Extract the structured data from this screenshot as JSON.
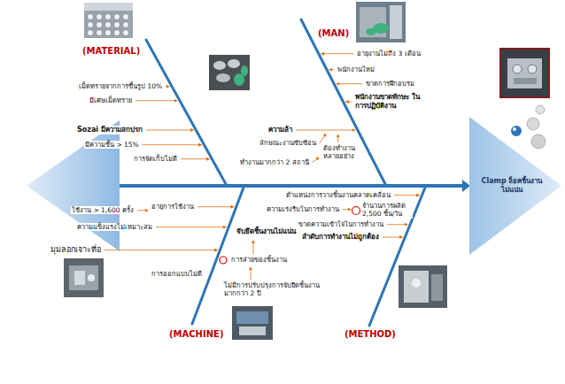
{
  "diagram": {
    "nodes": [
      {
        "text": [
          "Clamp ล็อคชิ้นงาน ไม่แน่น"
        ]
      }
    ],
    "labels": [
      "(MATERIAL)",
      "เม็ดทรายจากการขึ้นรูป 10%",
      "มีเศษเม็ดทราย",
      "Sozai มีความสกปรก",
      "มีความชื้น > 15%",
      "การจัดเก็บไม่ดี",
      "(MAN)",
      "อายุงานไม่ถึง 3 เดือน",
      "พนักงานใหม่",
      "ขาดการฝึกอบรม",
      "พนักงานขาดทักษะ ในการปฏิบัติงาน",
      "ความล้า",
      "ลักษณะงานซับซ้อน",
      "ทำงานมากกว่า 2 สถานี",
      "ต้องทำงาน หลายอย่าง",
      "ใช้งาน > 1,600 ครั้ง",
      "อายุการใช้งาน",
      "ความแข็งแรงไม่เหมาะสม",
      "มุมลอกเจาะที่อ",
      "จับยึดชิ้นงานไม่แน่น",
      "การส่ายของชิ้นงาน",
      "การออกแบบไม่ดี",
      "ไม่มีการปรับปรุงการจับยึดชิ้นงาน มากกว่า 2 ปี",
      "ตำแหน่งการวางชิ้นงานคลาดเคลื่อน",
      "ความเร่งรีบในการทำงาน",
      "จำนวนการผลิต 2,500 ชิ้น/วัน",
      "ขาดความเข้าใจในการทำงาน",
      "ลำดับการทำงานไม่ถูกต้อง",
      "(MACHINE)",
      "(METHOD)"
    ]
  }
}
